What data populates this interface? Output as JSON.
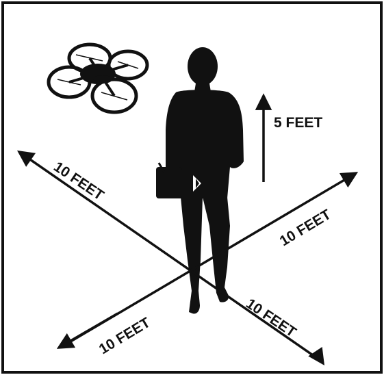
{
  "colors": {
    "ink": "#111111",
    "background": "#ffffff"
  },
  "labels": {
    "vertical": "5 FEET",
    "upper_left": "10 FEET",
    "right": "10 FEET",
    "lower_left": "10 FEET",
    "lower_right": "10 FEET"
  },
  "icons": {
    "drone": "quadcopter-drone-icon",
    "person": "person-with-controller-icon"
  }
}
